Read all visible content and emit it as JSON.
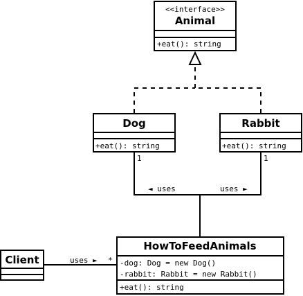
{
  "diagram": {
    "classes": {
      "animal": {
        "stereotype": "<<interface>>",
        "name": "Animal",
        "attributes": [],
        "operations": [
          "+eat(): string"
        ]
      },
      "dog": {
        "name": "Dog",
        "attributes": [],
        "operations": [
          "+eat(): string"
        ]
      },
      "rabbit": {
        "name": "Rabbit",
        "attributes": [],
        "operations": [
          "+eat(): string"
        ]
      },
      "how_to_feed": {
        "name": "HowToFeedAnimals",
        "attributes": [
          "-dog: Dog = new Dog()",
          "-rabbit: Rabbit = new Rabbit()"
        ],
        "operations": [
          "+eat(): string"
        ]
      },
      "client": {
        "name": "Client",
        "attributes": [],
        "operations": []
      }
    },
    "relations": {
      "uses_dog": {
        "label": "◄ uses",
        "multiplicity": "1"
      },
      "uses_rabbit": {
        "label": "uses ►",
        "multiplicity": "1"
      },
      "uses_client": {
        "label": "uses ►",
        "multiplicity": "*"
      }
    }
  }
}
